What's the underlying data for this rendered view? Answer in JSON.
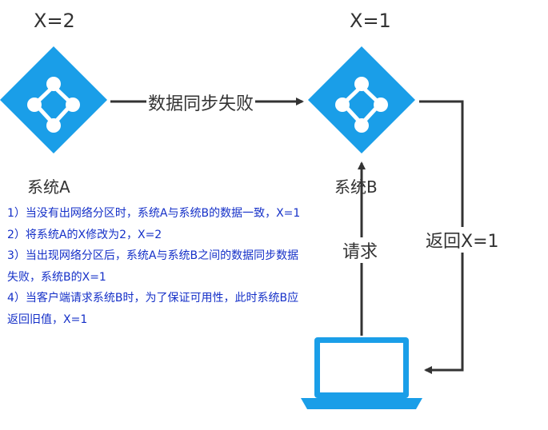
{
  "nodes": {
    "a": {
      "x_value": "X=2",
      "label": "系统A"
    },
    "b": {
      "x_value": "X=1",
      "label": "系统B"
    }
  },
  "edges": {
    "sync_fail": "数据同步失败",
    "request": "请求",
    "return": "返回X=1"
  },
  "notes": [
    "1）当没有出网络分区时，系统A与系统B的数据一致，X=1",
    "2）将系统A的X修改为2，X=2",
    "3）当出现网络分区后，系统A与系统B之间的数据同步数据失败，系统B的X=1",
    "4）当客户端请求系统B时，为了保证可用性，此时系统B应返回旧值，X=1"
  ],
  "colors": {
    "node": "#1a9ee8",
    "arrow": "#333333",
    "notes_text": "#1530c8",
    "label": "#333333"
  },
  "icons": {
    "system": "network-node-icon",
    "client": "laptop-icon"
  }
}
